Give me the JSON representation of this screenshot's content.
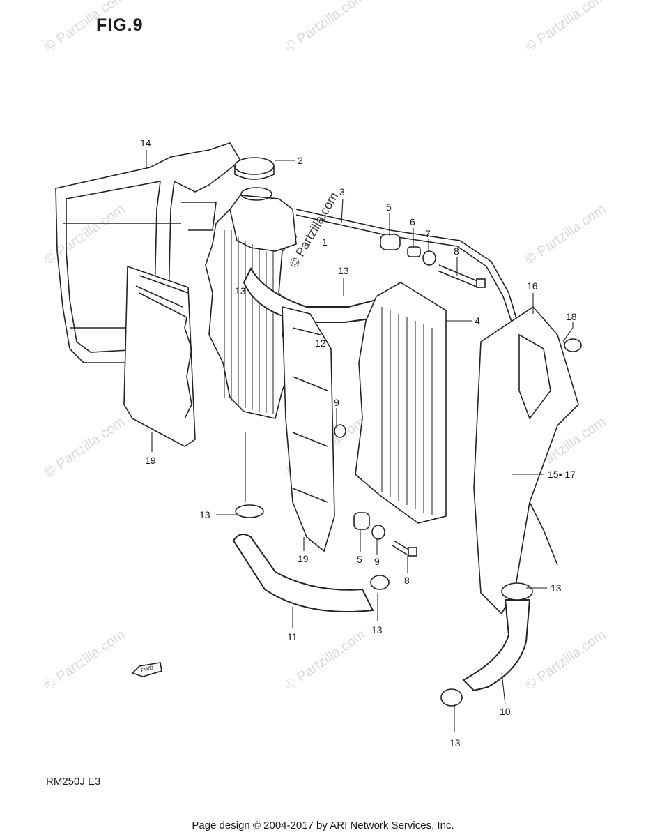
{
  "figure": {
    "title": "FIG.9",
    "model_code": "RM250J  E3",
    "footer": "Page design © 2004-2017 by ARI Network Services, Inc.",
    "fwd_label": "FWD",
    "watermark": "© Partzilla.com",
    "watermark_color": "#d9d9d9"
  },
  "callouts": [
    {
      "id": "c14",
      "label": "14"
    },
    {
      "id": "c2",
      "label": "2"
    },
    {
      "id": "c3",
      "label": "3"
    },
    {
      "id": "c5a",
      "label": "5"
    },
    {
      "id": "c6",
      "label": "6"
    },
    {
      "id": "c7",
      "label": "7"
    },
    {
      "id": "c8a",
      "label": "8"
    },
    {
      "id": "c13a",
      "label": "13"
    },
    {
      "id": "c13b",
      "label": "13"
    },
    {
      "id": "c1",
      "label": "1"
    },
    {
      "id": "c12",
      "label": "12"
    },
    {
      "id": "c4",
      "label": "4"
    },
    {
      "id": "c16",
      "label": "16"
    },
    {
      "id": "c18",
      "label": "18"
    },
    {
      "id": "c9a",
      "label": "9"
    },
    {
      "id": "c15",
      "label": "15• 17"
    },
    {
      "id": "c19a",
      "label": "19"
    },
    {
      "id": "c19b",
      "label": "19"
    },
    {
      "id": "c13c",
      "label": "13"
    },
    {
      "id": "c5b",
      "label": "5"
    },
    {
      "id": "c9b",
      "label": "9"
    },
    {
      "id": "c8b",
      "label": "8"
    },
    {
      "id": "c11",
      "label": "11"
    },
    {
      "id": "c13d",
      "label": "13"
    },
    {
      "id": "c13e",
      "label": "13"
    },
    {
      "id": "c10",
      "label": "10"
    },
    {
      "id": "c13f",
      "label": "13"
    }
  ]
}
